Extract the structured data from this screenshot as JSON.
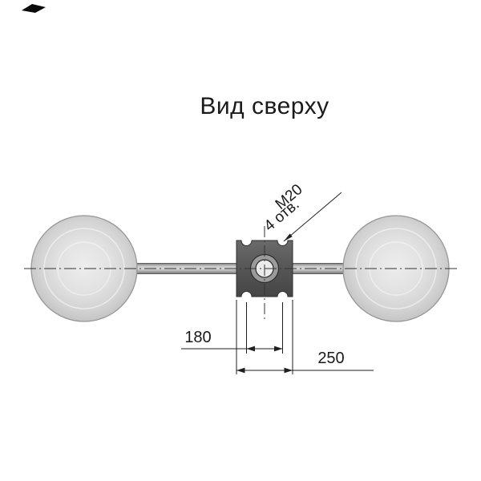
{
  "title": "Вид сверху",
  "callout": {
    "thread": "М20",
    "holes": "4 отв."
  },
  "dimensions": {
    "hole_spacing": "180",
    "plate_width": "250"
  },
  "colors": {
    "background": "#ffffff",
    "line": "#1f1f1f",
    "text": "#1a1a1a",
    "ball_fill": "#d8d8d8",
    "ball_stroke": "#979797",
    "shaft_fill": "#b8b8b8",
    "plate_fill": "#555555",
    "hub_ring": "#9b9b9b",
    "hole_fill": "#ebebeb"
  }
}
